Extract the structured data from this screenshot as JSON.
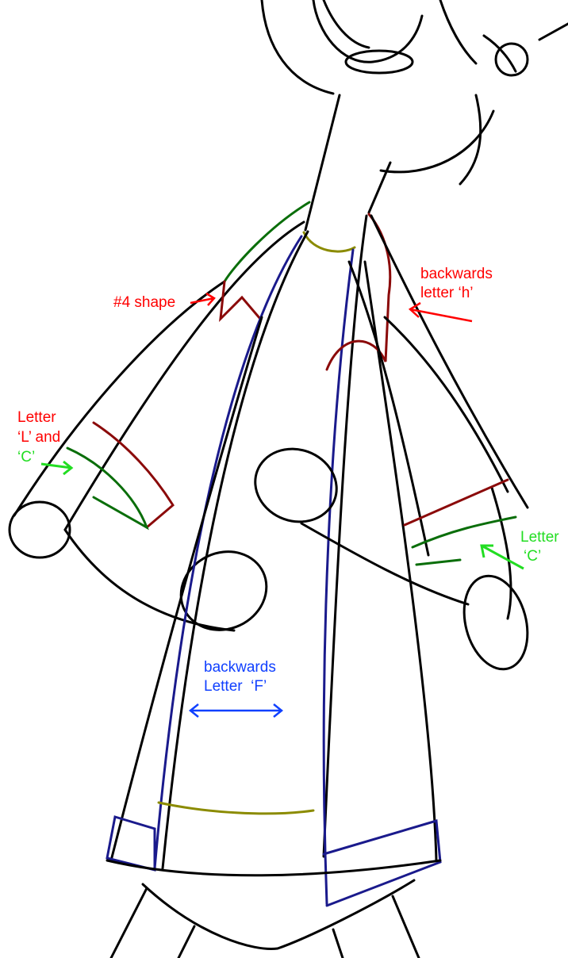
{
  "labels": {
    "four_shape": "#4 shape",
    "h_line1": "backwards",
    "h_line2": "letter ‘h’",
    "lc_line1": "Letter",
    "lc_line2": "‘L’ and",
    "lc_line3": "‘C’",
    "c_line1": "Letter",
    "c_line2": "‘C’",
    "f_line1": "backwards",
    "f_line2": "Letter  ‘F’"
  },
  "colors": {
    "red_label": "#ff0000",
    "green_label": "#22dd22",
    "blue_label": "#1040ff",
    "red_stroke": "#8b0a0a",
    "green_stroke": "#0a6e0a",
    "blue_stroke": "#1a1a8c",
    "yellow_stroke": "#8b8b00"
  }
}
